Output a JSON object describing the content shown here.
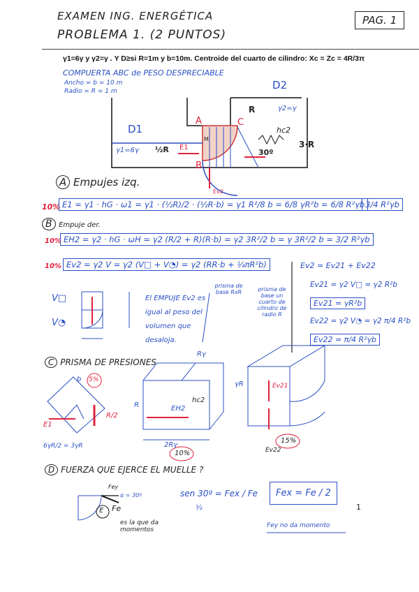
{
  "header": {
    "exam_title": "EXAMEN ING. ENERGÉTICA",
    "problem_title": "PROBLEMA 1. (2 PUNTOS)",
    "page_label": "PAG. 1"
  },
  "statement": "γ1=6γ y γ2=γ . Y D≥si R=1m y b=10m. Centroide del cuarto de cilindro: Xc = Zc = 4R/3π",
  "notes": {
    "gate": "COMPUERTA ABC de PESO DESPRECIABLE",
    "width": "Ancho = b = 10 m",
    "radius": "Radio = R = 1 m"
  },
  "figure": {
    "d1": "D1",
    "d2": "D2",
    "gamma1": "γ1=6γ",
    "gamma2": "γ2=γ",
    "half_r": "½R",
    "r": "R",
    "hc2": "hc2",
    "three_r": "3·R",
    "angle": "30º",
    "points": [
      "A",
      "B",
      "C",
      "M"
    ],
    "e1": "E1",
    "ev2": "Ev2"
  },
  "section_a": {
    "label": "A",
    "title": "Empujes izq.",
    "score": "10%",
    "equation": "E1 = γ1 · hG · ω1 = γ1 · (½R)/2 · (½R·b) = γ1 R²/8 b = 6/8 γR²b = 6/8 R²γb",
    "result": "3/4 R²γb"
  },
  "section_b": {
    "label": "B",
    "title": "Empuje der.",
    "score_h": "10%",
    "eh2": "EH2 = γ2 · hG · ωH = γ2 (R/2 + R)(R·b) = γ2 3R²/2 b = γ 3R²/2 b = ",
    "eh2_result": "3/2 R²γb",
    "score_v": "10%",
    "ev2": "Ev2 = γ2 V = γ2 (V□ + V◔) = γ2 (RR·b + ¼πR²b)",
    "prism1": "prisma de base RxR",
    "prism2": "prisma de base un cuarto de cilindro de radio R",
    "sum": "Ev2 = Ev21 + Ev22",
    "ev21": "Ev21 = γ2 V□ = γ2 R²b",
    "ev21_result": "Ev21 = γR²b",
    "ev22": "Ev22 = γ2 V◔ = γ2 π/4 R²b",
    "ev22_result": "Ev22 = π/4 R²γb",
    "explanation": "El EMPUJE Ev2 es igual al peso del volumen que desaloja.",
    "v_box": "V□",
    "v_quarter": "V◔"
  },
  "section_c": {
    "label": "C",
    "title": "PRISMA DE PRESIONES",
    "score1": "5%",
    "score2": "10%",
    "score3": "15%",
    "labels": [
      "b",
      "R/2",
      "E1",
      "6γR/2 = 3γR",
      "Rγ",
      "R",
      "EH2",
      "hc2",
      "2Rγ",
      "γR",
      "Ev21",
      "Ev22"
    ]
  },
  "section_d": {
    "label": "D",
    "title": "FUERZA QUE EJERCE EL MUELLE ?",
    "alpha": "α = 30º",
    "fey": "Fey",
    "fe": "Fe",
    "e_label": "E",
    "note": "es la que da momentos",
    "sin_eq": "sen 30º = Fex / Fe",
    "half": "½",
    "result": "Fex = Fe / 2",
    "fey_note": "Fey no da momento"
  },
  "footer": {
    "page_number": "1"
  },
  "colors": {
    "ink_blue": "#2a4fc4",
    "ink_red": "#e0213c",
    "ink_black": "#222222"
  }
}
